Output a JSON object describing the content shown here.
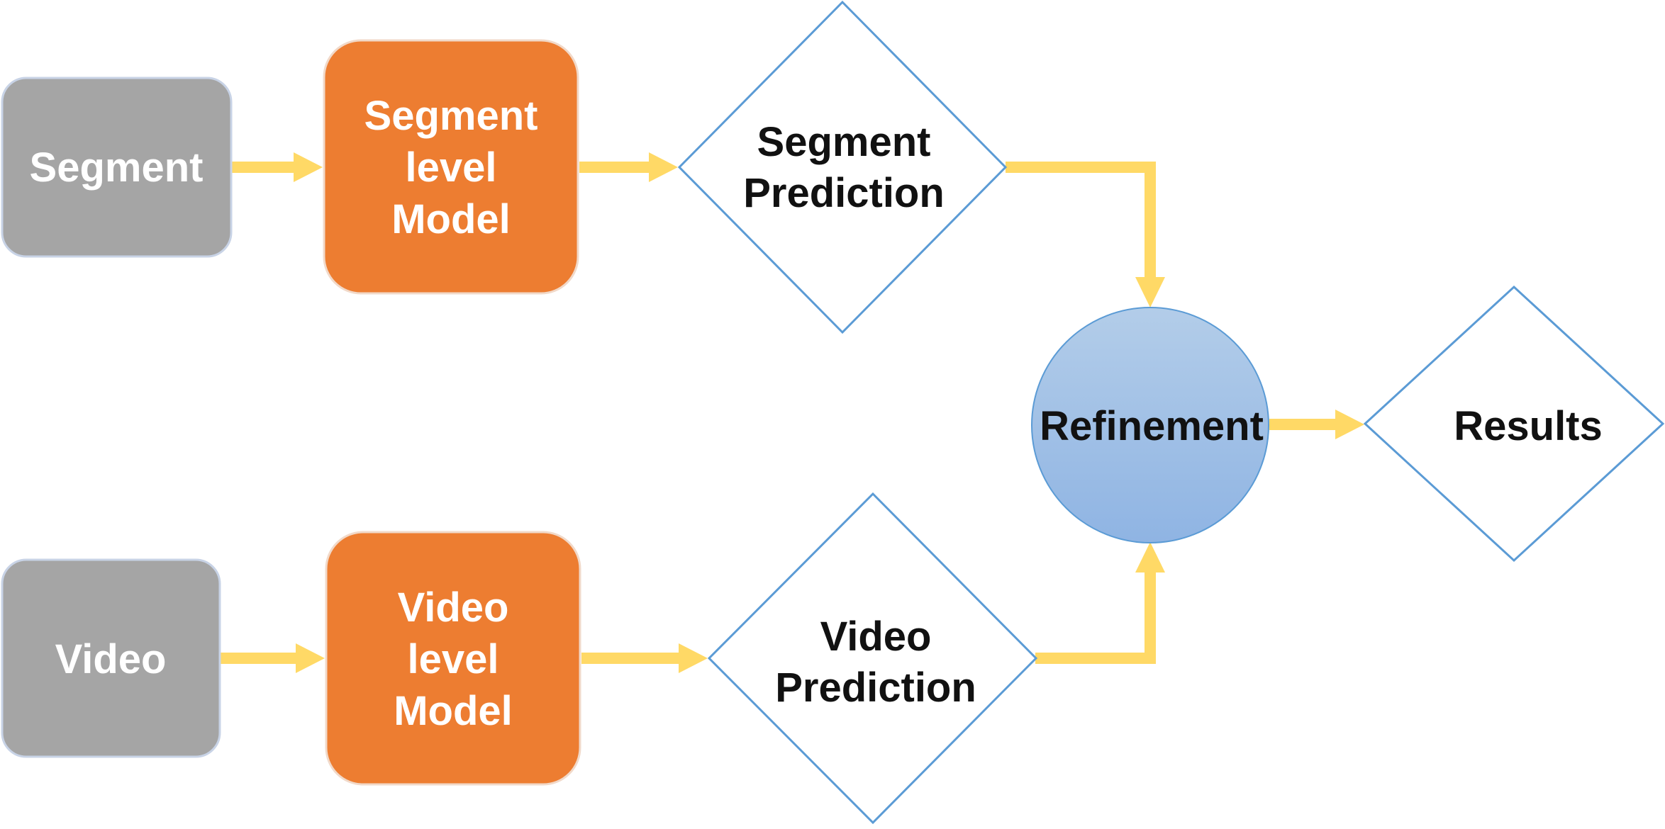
{
  "colors": {
    "input_box": "#a5a5a5",
    "input_box_border": "#c8d3e6",
    "model_box": "#ed7d31",
    "model_box_border": "#f1d9c9",
    "diamond_stroke": "#5b9bd5",
    "refinement_fill_top": "#b3cde9",
    "refinement_fill_bottom": "#8fb4e3",
    "refinement_stroke": "#5b9bd5",
    "arrow": "#ffd966"
  },
  "nodes": {
    "segment": "Segment",
    "segment_model": [
      "Segment",
      "level",
      "Model"
    ],
    "segment_prediction": [
      "Segment",
      "Prediction"
    ],
    "video": "Video",
    "video_model": [
      "Video",
      "level",
      "Model"
    ],
    "video_prediction": [
      "Video",
      "Prediction"
    ],
    "refinement": "Refinement",
    "results": "Results"
  }
}
